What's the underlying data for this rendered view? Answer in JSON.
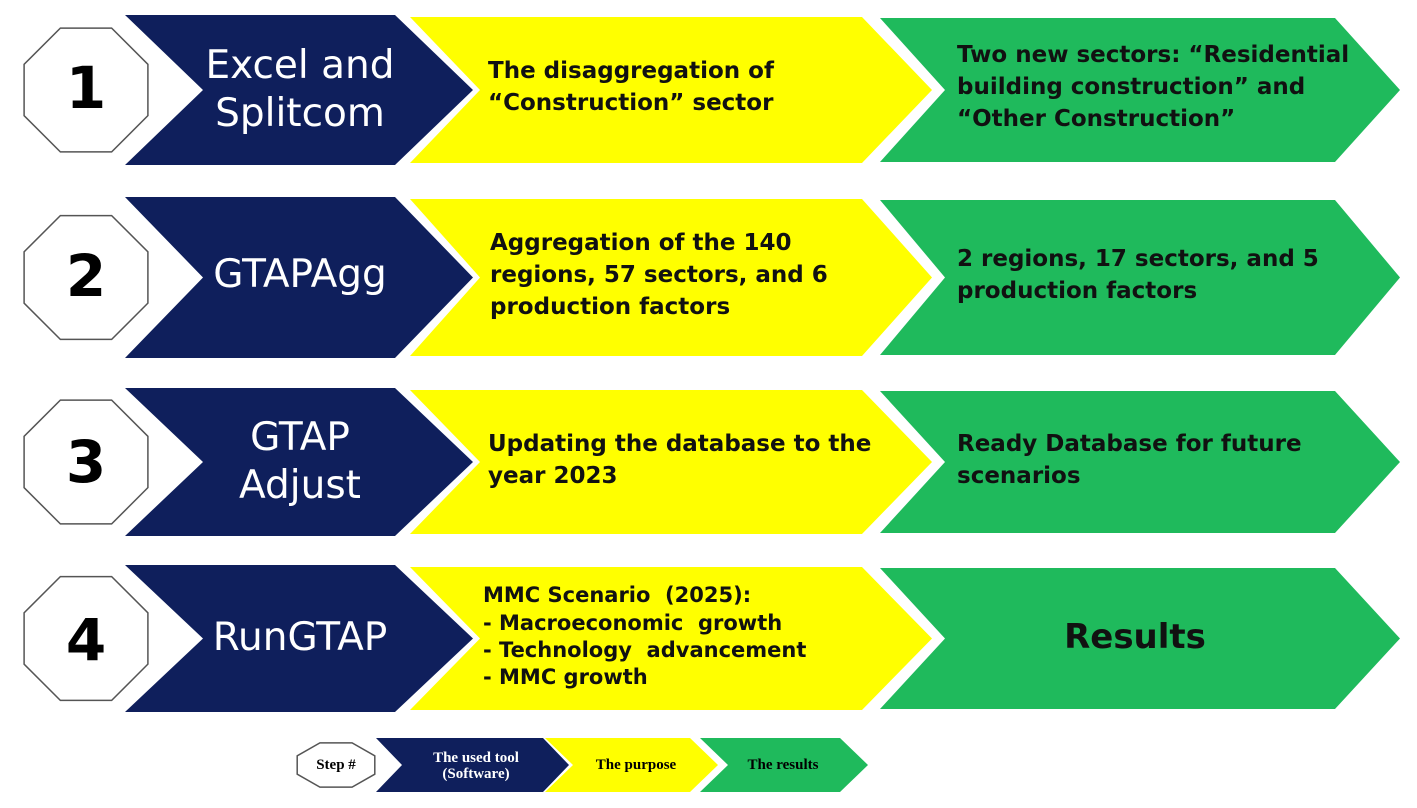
{
  "colors": {
    "tool": "#0f1f5c",
    "purpose": "#ffff00",
    "result": "#1fba5c",
    "octagon_fill": "#ffffff",
    "octagon_stroke": "#555555"
  },
  "rows": [
    {
      "step": "1",
      "tool": [
        "Excel and",
        "Splitcom"
      ],
      "purpose": [
        "The disaggregation of",
        "“Construction” sector"
      ],
      "result": [
        "Two new sectors: “Residential",
        "building construction” and",
        "“Other Construction”"
      ]
    },
    {
      "step": "2",
      "tool": [
        "GTAPAgg"
      ],
      "purpose": [
        "Aggregation of the 140",
        "regions, 57 sectors, and 6",
        "production factors"
      ],
      "result": [
        "2 regions, 17 sectors, and 5",
        "production factors"
      ]
    },
    {
      "step": "3",
      "tool": [
        "GTAP",
        "Adjust"
      ],
      "purpose": [
        "Updating the database to the",
        "year 2023"
      ],
      "result": [
        "Ready Database for future",
        "scenarios"
      ]
    },
    {
      "step": "4",
      "tool": [
        "RunGTAP"
      ],
      "purpose": [
        "MMC Scenario  (2025):",
        "- Macroeconomic  growth",
        "- Technology  advancement",
        "- MMC growth"
      ],
      "result": [
        "Results"
      ]
    }
  ],
  "legend": {
    "step": "Step #",
    "tool": [
      "The used tool",
      "(Software)"
    ],
    "purpose": "The purpose",
    "result": "The results"
  }
}
